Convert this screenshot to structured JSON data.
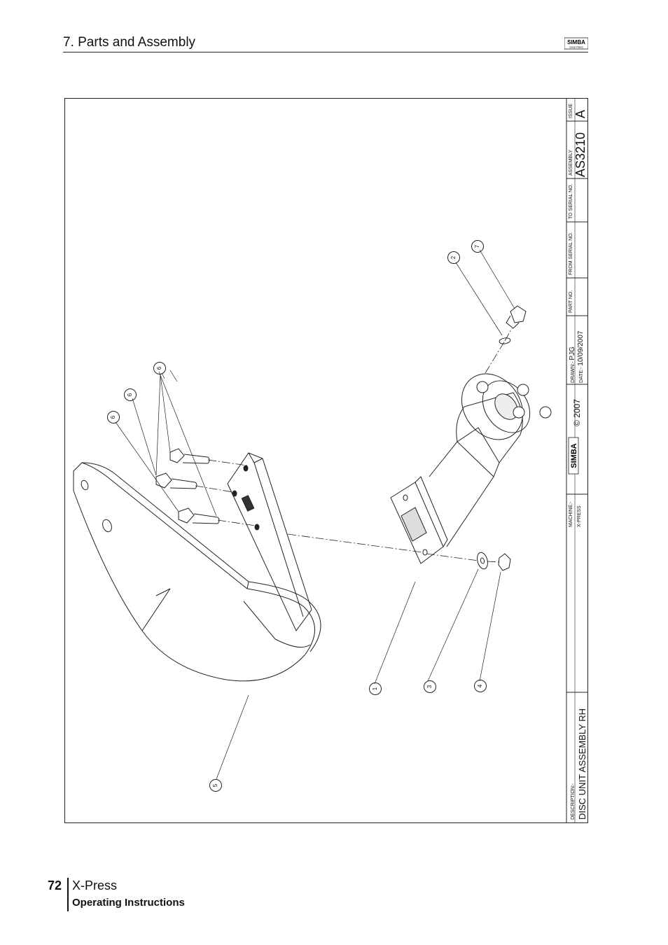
{
  "header": {
    "section_title": "7. Parts and Assembly",
    "logo_text": "SIMBA",
    "logo_subtext": "Great Plains"
  },
  "title_block": {
    "description_label": "DESCRIPTION:-",
    "description": "DISC UNIT ASSEMBLY RH",
    "machine_label": "MACHINE:-",
    "machine": "X-PRESS",
    "logo_text": "SIMBA",
    "copyright": "© 2007",
    "drawn_label": "DRAWN:-",
    "drawn_by": "PJG",
    "date_label": "DATE:-",
    "date": "10/09/2007",
    "part_no_label": "PART NO.",
    "from_serial_label": "FROM SERIAL NO.",
    "to_serial_label": "TO SERIAL NO.",
    "assembly_label": "ASSEMBLY",
    "assembly": "AS3210",
    "issue_label": "ISSUE",
    "issue": "A"
  },
  "balloons": [
    "1",
    "2",
    "3",
    "4",
    "5",
    "6",
    "6",
    "6",
    "7"
  ],
  "footer": {
    "page_number": "72",
    "product": "X-Press",
    "subtitle": "Operating Instructions"
  }
}
